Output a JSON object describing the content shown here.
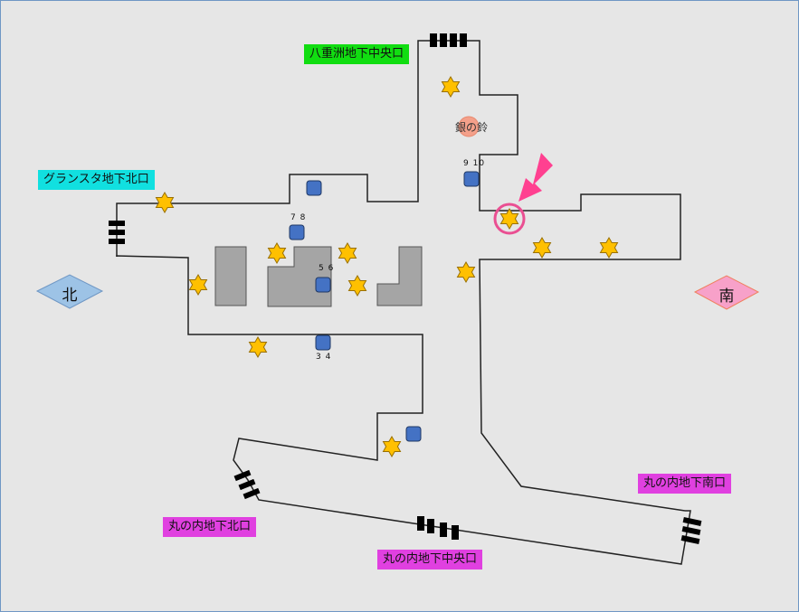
{
  "map": {
    "exits": {
      "yaesu_central": {
        "label": "八重洲地下中央口",
        "color": "#11dd11"
      },
      "gransta_north": {
        "label": "グランスタ地下北口",
        "color": "#11e0e0"
      },
      "marunouchi_north": {
        "label": "丸の内地下北口",
        "color": "#e040e0"
      },
      "marunouchi_central": {
        "label": "丸の内地下中央口",
        "color": "#e040e0"
      },
      "marunouchi_south": {
        "label": "丸の内地下南口",
        "color": "#e040e0"
      }
    },
    "directions": {
      "north": {
        "label": "北",
        "fill": "#9dc3e6",
        "stroke": "#6f97c4"
      },
      "south": {
        "label": "南",
        "fill": "#f7a1c9",
        "stroke": "#f08060"
      }
    },
    "landmark": {
      "label": "銀の鈴",
      "color": "#f4a08a"
    },
    "elevator_labels": {
      "e1": "9 10",
      "e2": "7 8",
      "e3": "5 6",
      "e4": "3 4"
    },
    "colors": {
      "background": "#e6e6e6",
      "star": "#ffc000",
      "star_stroke": "#9a7000",
      "elevator": "#4472c4",
      "building": "#a5a5a5",
      "highlight": "#ea4f92",
      "arrow": "#ff4090"
    },
    "legend_meaning": {
      "star": "point",
      "blue_square": "stairs/platform numbers",
      "black_bars": "ticket gates"
    }
  }
}
